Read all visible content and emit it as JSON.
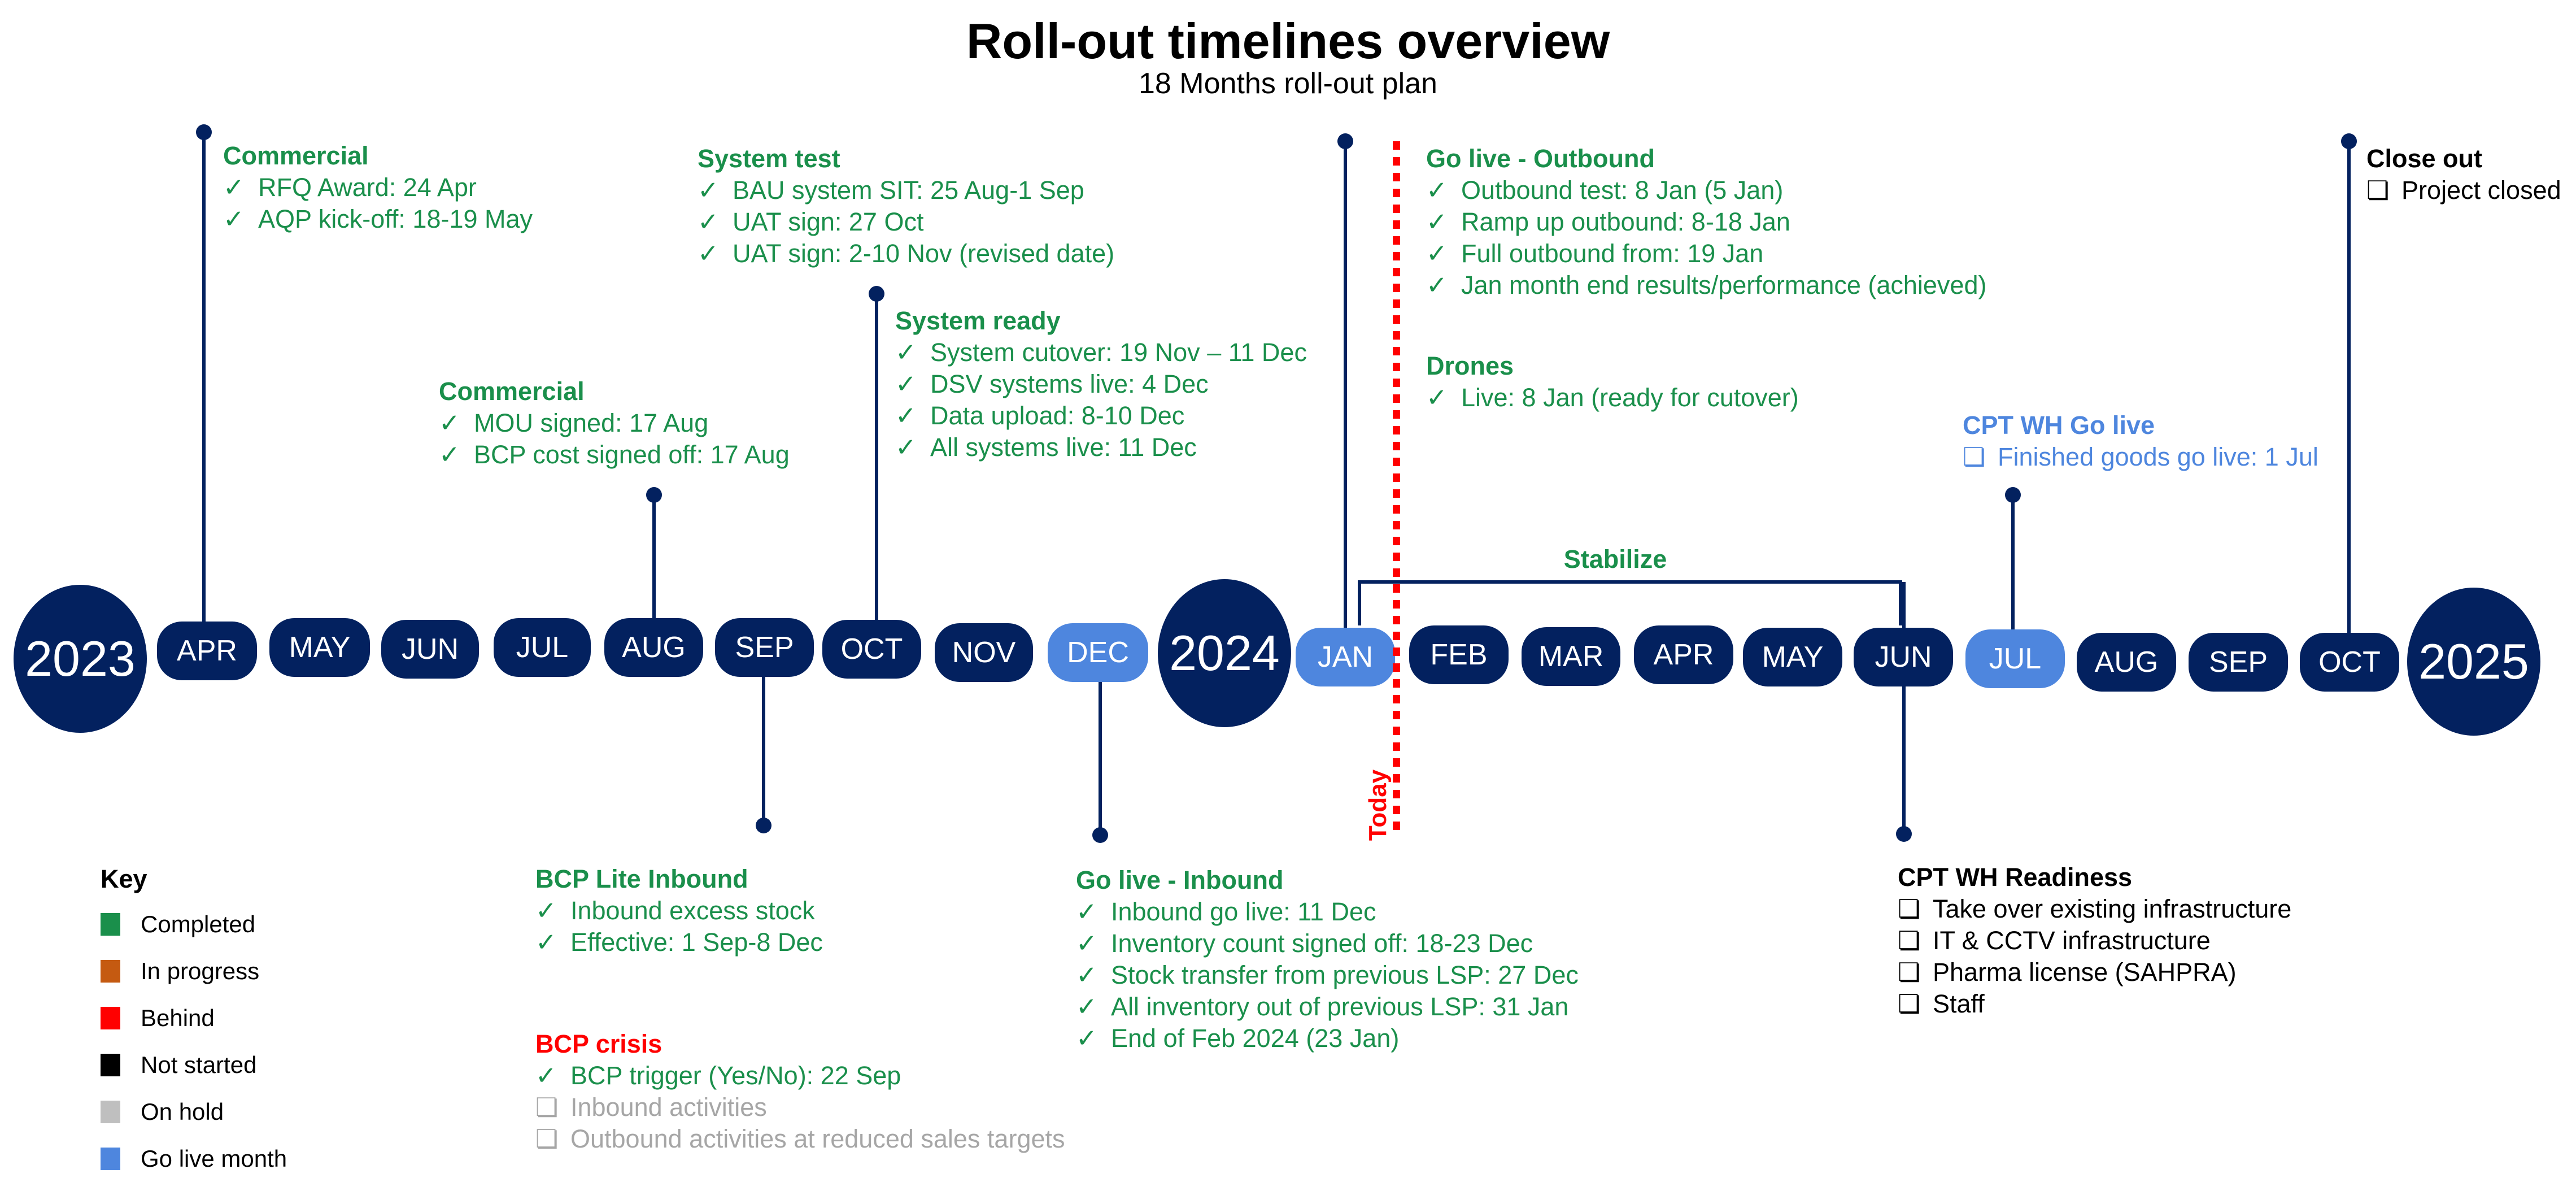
{
  "title": "Roll-out timelines overview",
  "subtitle": "18 Months roll-out plan",
  "colors": {
    "navy": "#03215f",
    "go_live_blue": "#4e86de",
    "completed_green": "#1a8f4b",
    "in_progress_orange": "#c55a11",
    "behind_red": "#ff0000",
    "not_started_black": "#000000",
    "on_hold_gray": "#bfbfbf"
  },
  "timeline": {
    "years": [
      "2023",
      "2024",
      "2025"
    ],
    "months": [
      {
        "label": "APR",
        "year": "2023",
        "go_live": false
      },
      {
        "label": "MAY",
        "year": "2023",
        "go_live": false
      },
      {
        "label": "JUN",
        "year": "2023",
        "go_live": false
      },
      {
        "label": "JUL",
        "year": "2023",
        "go_live": false
      },
      {
        "label": "AUG",
        "year": "2023",
        "go_live": false
      },
      {
        "label": "SEP",
        "year": "2023",
        "go_live": false
      },
      {
        "label": "OCT",
        "year": "2023",
        "go_live": false
      },
      {
        "label": "NOV",
        "year": "2023",
        "go_live": false
      },
      {
        "label": "DEC",
        "year": "2023",
        "go_live": true
      },
      {
        "label": "JAN",
        "year": "2024",
        "go_live": true
      },
      {
        "label": "FEB",
        "year": "2024",
        "go_live": false
      },
      {
        "label": "MAR",
        "year": "2024",
        "go_live": false
      },
      {
        "label": "APR",
        "year": "2024",
        "go_live": false
      },
      {
        "label": "MAY",
        "year": "2024",
        "go_live": false
      },
      {
        "label": "JUN",
        "year": "2024",
        "go_live": false
      },
      {
        "label": "JUL",
        "year": "2024",
        "go_live": true
      },
      {
        "label": "AUG",
        "year": "2024",
        "go_live": false
      },
      {
        "label": "SEP",
        "year": "2024",
        "go_live": false
      },
      {
        "label": "OCT",
        "year": "2024",
        "go_live": false
      }
    ],
    "today_label": "Today",
    "today_between": [
      "JAN 2024",
      "FEB 2024"
    ],
    "stabilize_label": "Stabilize",
    "stabilize_range": [
      "JAN 2024",
      "JUN 2024"
    ]
  },
  "milestones": {
    "commercial_apr": {
      "month": "APR 2023",
      "status": "completed",
      "heading": "Commercial",
      "items": [
        {
          "mark": "✓",
          "text": "RFQ Award: 24 Apr",
          "status": "completed"
        },
        {
          "mark": "✓",
          "text": "AQP kick-off: 18-19 May",
          "status": "completed"
        }
      ]
    },
    "commercial_aug": {
      "month": "AUG 2023",
      "status": "completed",
      "heading": "Commercial",
      "items": [
        {
          "mark": "✓",
          "text": "MOU signed: 17 Aug",
          "status": "completed"
        },
        {
          "mark": "✓",
          "text": "BCP cost signed off: 17 Aug",
          "status": "completed"
        }
      ]
    },
    "system_test": {
      "month": "OCT 2023",
      "status": "completed",
      "heading": "System test",
      "items": [
        {
          "mark": "✓",
          "text": "BAU system SIT: 25 Aug-1 Sep",
          "status": "completed"
        },
        {
          "mark": "✓",
          "text": "UAT sign: 27 Oct",
          "status": "completed"
        },
        {
          "mark": "✓",
          "text": "UAT sign: 2-10 Nov (revised date)",
          "status": "completed"
        }
      ]
    },
    "system_ready": {
      "month": "OCT 2023",
      "status": "completed",
      "heading": "System ready",
      "items": [
        {
          "mark": "✓",
          "text": "System cutover: 19 Nov – 11 Dec",
          "status": "completed"
        },
        {
          "mark": "✓",
          "text": "DSV systems live: 4 Dec",
          "status": "completed"
        },
        {
          "mark": "✓",
          "text": "Data upload: 8-10 Dec",
          "status": "completed"
        },
        {
          "mark": "✓",
          "text": "All systems live: 11 Dec",
          "status": "completed"
        }
      ]
    },
    "go_live_outbound": {
      "month": "JAN 2024",
      "status": "completed",
      "heading": "Go live - Outbound",
      "items": [
        {
          "mark": "✓",
          "text": "Outbound test: 8 Jan (5 Jan)",
          "status": "completed"
        },
        {
          "mark": "✓",
          "text": "Ramp up outbound: 8-18 Jan",
          "status": "completed"
        },
        {
          "mark": "✓",
          "text": "Full outbound from: 19 Jan",
          "status": "completed"
        },
        {
          "mark": "✓",
          "text": "Jan month end results/performance (achieved)",
          "status": "completed"
        }
      ]
    },
    "drones": {
      "month": "JAN 2024",
      "status": "completed",
      "heading": "Drones",
      "items": [
        {
          "mark": "✓",
          "text": "Live: 8 Jan (ready for cutover)",
          "status": "completed"
        }
      ]
    },
    "cpt_wh_go_live": {
      "month": "JUL 2024",
      "status": "go_live",
      "heading": "CPT WH Go live",
      "items": [
        {
          "mark": "❏",
          "text": "Finished goods go live: 1 Jul",
          "status": "go_live"
        }
      ]
    },
    "close_out": {
      "month": "OCT 2024",
      "status": "not_started",
      "heading": "Close out",
      "items": [
        {
          "mark": "❏",
          "text": "Project closed",
          "status": "not_started"
        }
      ]
    },
    "bcp_lite_inbound": {
      "month": "SEP 2023",
      "status": "completed",
      "heading": "BCP Lite Inbound",
      "items": [
        {
          "mark": "✓",
          "text": "Inbound excess stock",
          "status": "completed"
        },
        {
          "mark": "✓",
          "text": "Effective: 1 Sep-8 Dec",
          "status": "completed"
        }
      ]
    },
    "bcp_crisis": {
      "month": "SEP 2023",
      "status": "behind",
      "heading": "BCP crisis",
      "items": [
        {
          "mark": "✓",
          "text": "BCP trigger (Yes/No): 22 Sep",
          "status": "completed"
        },
        {
          "mark": "❏",
          "text": "Inbound activities",
          "status": "on_hold"
        },
        {
          "mark": "❏",
          "text": "Outbound activities at reduced sales targets",
          "status": "on_hold"
        }
      ]
    },
    "go_live_inbound": {
      "month": "DEC 2023",
      "status": "completed",
      "heading": "Go live - Inbound",
      "items": [
        {
          "mark": "✓",
          "text": "Inbound go live: 11 Dec",
          "status": "completed"
        },
        {
          "mark": "✓",
          "text": "Inventory count signed off: 18-23 Dec",
          "status": "completed"
        },
        {
          "mark": "✓",
          "text": "Stock transfer from previous LSP: 27 Dec",
          "status": "completed"
        },
        {
          "mark": "✓",
          "text": "All inventory out of previous LSP: 31 Jan",
          "status": "completed"
        },
        {
          "mark": "✓",
          "text": "End of Feb 2024 (23 Jan)",
          "status": "completed"
        }
      ]
    },
    "cpt_wh_readiness": {
      "month": "JUN 2024",
      "status": "not_started",
      "heading": "CPT WH Readiness",
      "items": [
        {
          "mark": "❏",
          "text": "Take over existing infrastructure",
          "status": "not_started"
        },
        {
          "mark": "❏",
          "text": "IT & CCTV infrastructure",
          "status": "not_started"
        },
        {
          "mark": "❏",
          "text": "Pharma license (SAHPRA)",
          "status": "not_started"
        },
        {
          "mark": "❏",
          "text": "Staff",
          "status": "not_started"
        }
      ]
    }
  },
  "key": {
    "title": "Key",
    "entries": [
      {
        "label": "Completed",
        "color": "#1a8f4b"
      },
      {
        "label": "In progress",
        "color": "#c55a11"
      },
      {
        "label": "Behind",
        "color": "#ff0000"
      },
      {
        "label": "Not started",
        "color": "#000000"
      },
      {
        "label": "On hold",
        "color": "#bfbfbf"
      },
      {
        "label": "Go live month",
        "color": "#4e86de"
      }
    ]
  }
}
